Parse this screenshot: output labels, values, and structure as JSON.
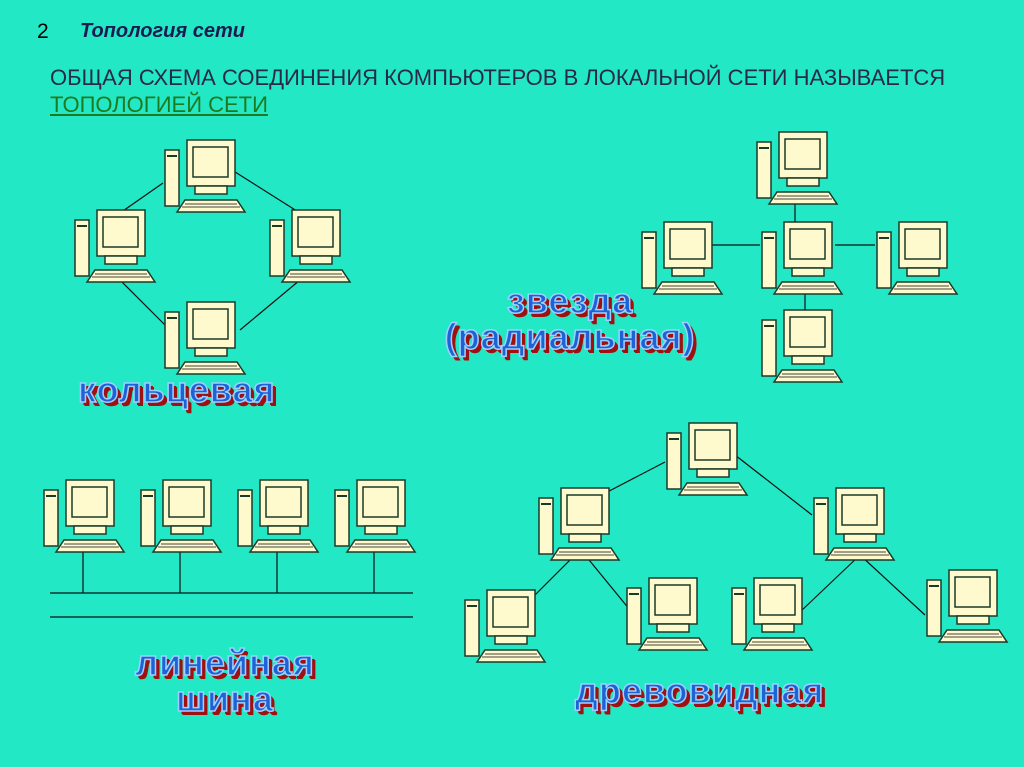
{
  "slide": {
    "number": "2",
    "title": "Топология сети",
    "body_text": "Общая схема соединения компьютеров в локальной сети называется ",
    "body_link": "топологией сети"
  },
  "topologies": {
    "ring": {
      "label": "кольцевая",
      "computers": 4
    },
    "star": {
      "label_line1": "звезда",
      "label_line2": "(радиальная)",
      "computers": 5
    },
    "bus": {
      "label_line1": "линейная",
      "label_line2": "шина",
      "computers": 4
    },
    "tree": {
      "label": "древовидная",
      "computers": 7
    }
  },
  "colors": {
    "background": "#22e8c6",
    "computer_fill": "#fffacd",
    "label_blue": "#1e63d6",
    "label_shadow": "#a01010"
  }
}
